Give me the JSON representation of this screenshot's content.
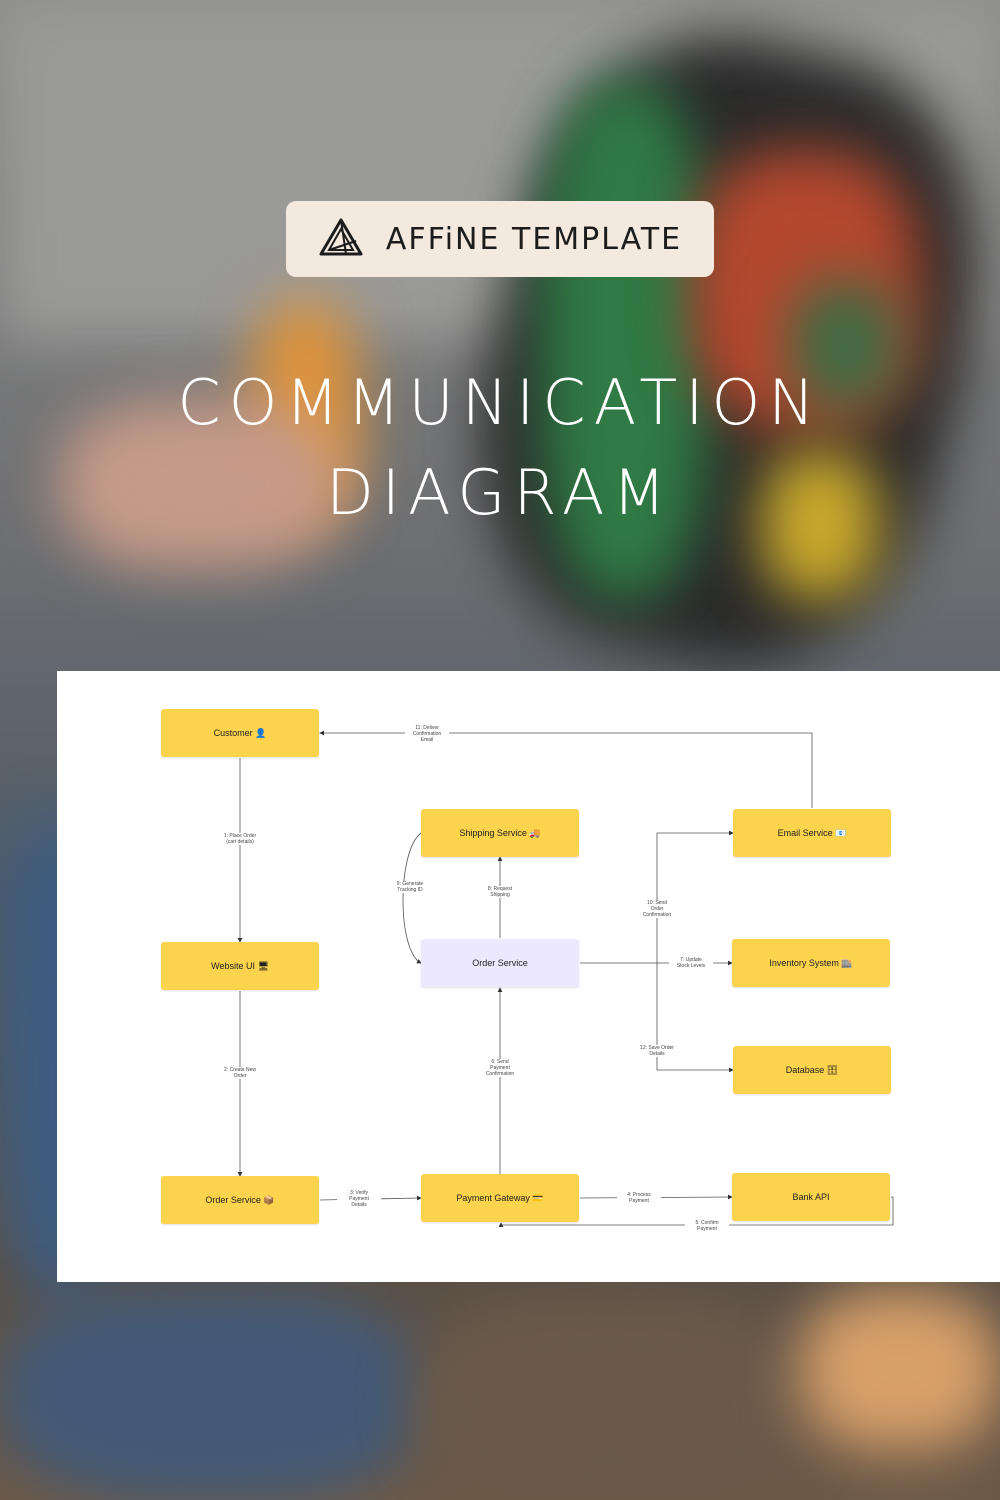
{
  "badge": {
    "logo_icon": "affine-logo-icon",
    "text": "AFFiNE TEMPLATE"
  },
  "title": {
    "line1": "COMMUNICATION",
    "line2": "DIAGRAM"
  },
  "diagram": {
    "nodes": {
      "customer": "Customer 👤",
      "website": "Website UI 🖥",
      "order_service_bottom": "Order Service 📦",
      "payment_gateway": "Payment Gateway 💳",
      "bank_api": "Bank API",
      "order_service_center": "Order Service",
      "shipping": "Shipping Service 🚚",
      "email": "Email Service 📧",
      "inventory": "Inventory System 🏬",
      "database": "Database 🗄"
    },
    "edges": {
      "e1": "1: Place Order\n(cart details)",
      "e2": "2: Create New\nOrder",
      "e3": "3: Verify\nPayment\nDetails",
      "e4": "4: Process\nPayment",
      "e5": "5: Confirm\nPayment",
      "e6": "6: Send\nPayment\nConfirmation",
      "e7": "7: Update\nStock Levels",
      "e8": "8: Request\nShipping",
      "e9": "9: Generate\nTracking ID",
      "e10": "10: Send\nOrder\nConfirmation",
      "e11": "11: Deliver\nConfirmation\nEmail",
      "e12": "12: Save Order\nDetails"
    }
  }
}
